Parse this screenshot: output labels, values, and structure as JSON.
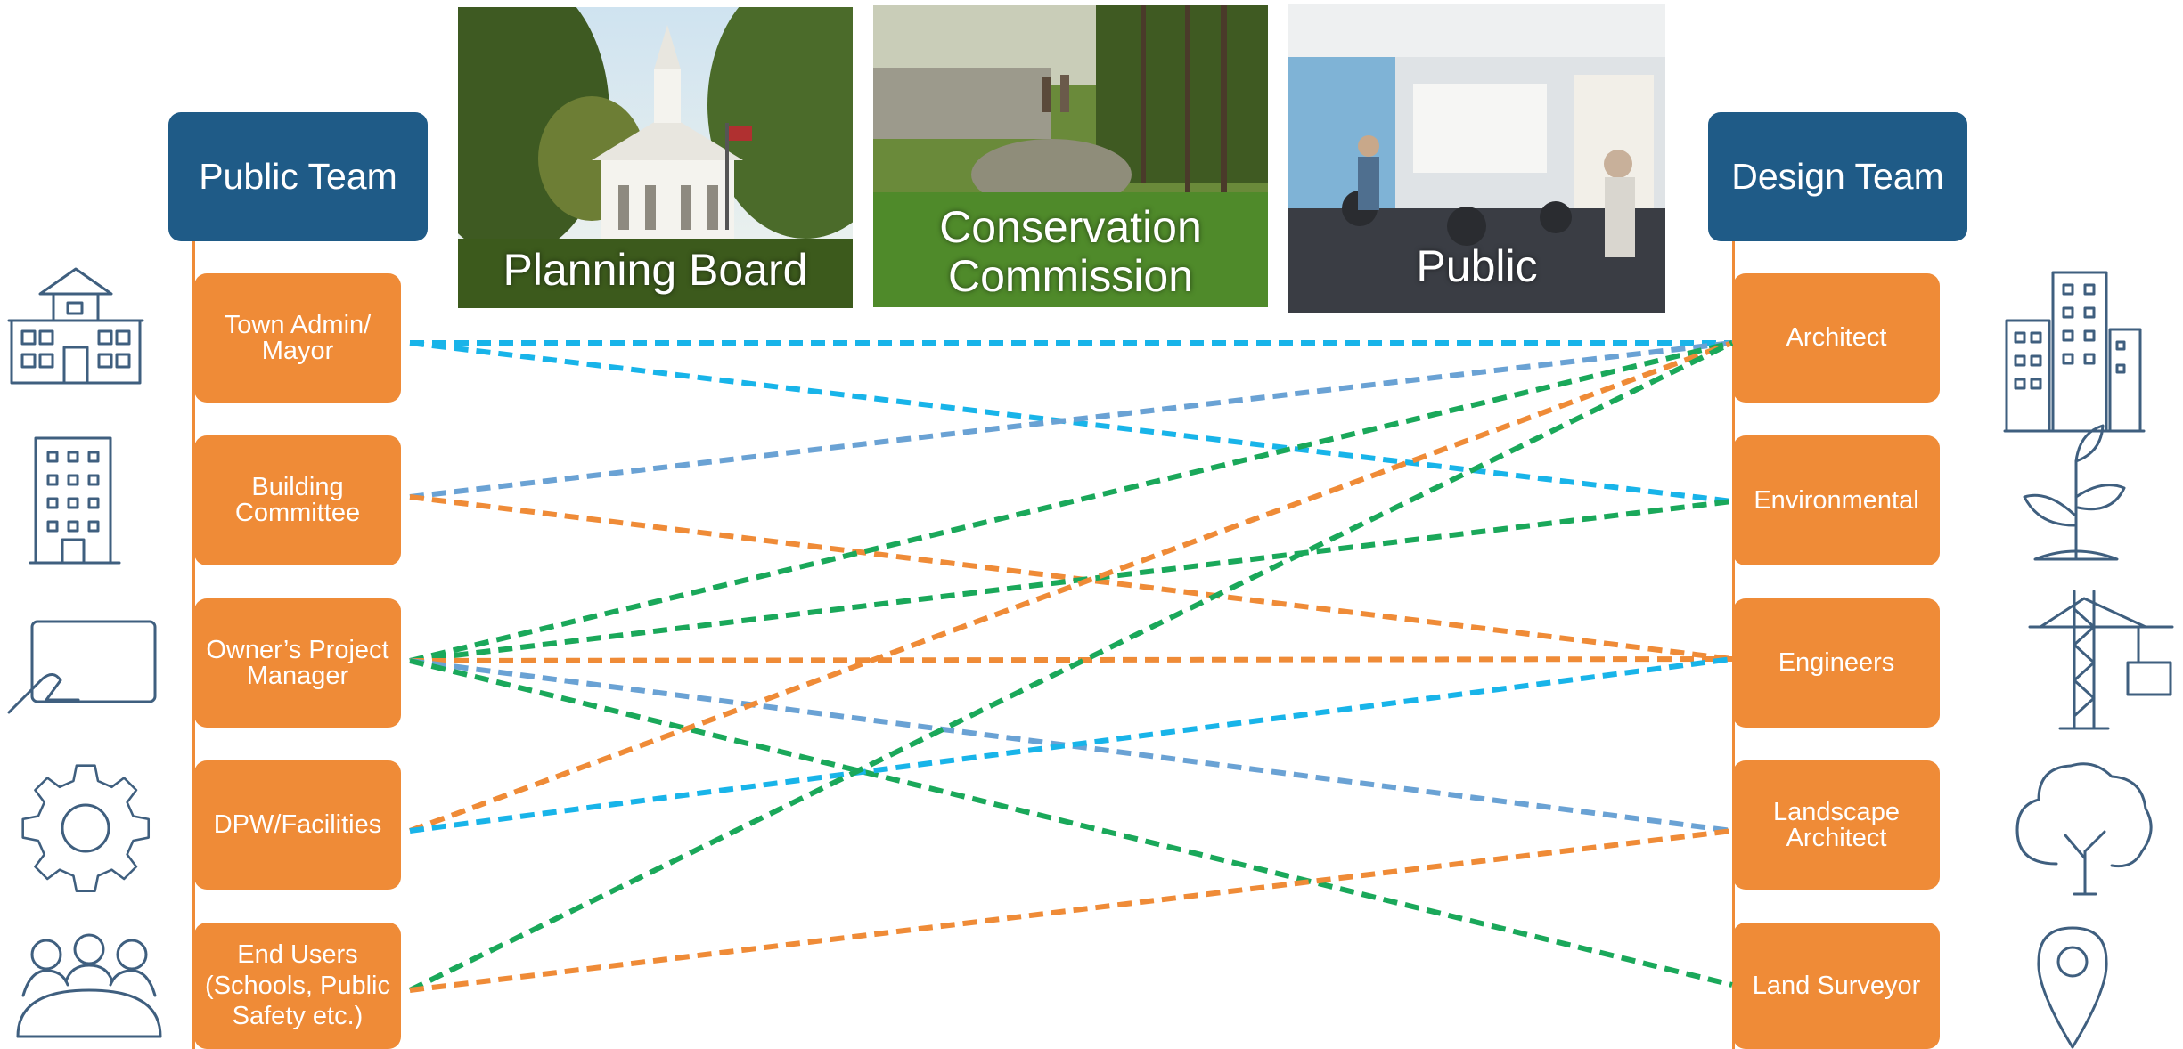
{
  "public_team": {
    "header": "Public Team",
    "items": [
      {
        "id": "town-admin",
        "label": "Town Admin/\nMayor"
      },
      {
        "id": "building-committee",
        "label": "Building\nCommittee"
      },
      {
        "id": "owners-pm",
        "label": "Owner’s Project\nManager"
      },
      {
        "id": "dpw",
        "label": "DPW/Facilities"
      },
      {
        "id": "end-users",
        "label": "End Users\n(Schools, Public\nSafety etc.)"
      }
    ]
  },
  "design_team": {
    "header": "Design Team",
    "items": [
      {
        "id": "architect",
        "label": "Architect"
      },
      {
        "id": "environmental",
        "label": "Environmental"
      },
      {
        "id": "engineers",
        "label": "Engineers"
      },
      {
        "id": "landscape-architect",
        "label": "Landscape\nArchitect"
      },
      {
        "id": "land-surveyor",
        "label": "Land Surveyor"
      }
    ]
  },
  "photos": [
    {
      "id": "planning-board",
      "label": "Planning Board"
    },
    {
      "id": "conservation-commission",
      "label": "Conservation\nCommission"
    },
    {
      "id": "public",
      "label": "Public"
    }
  ],
  "colors": {
    "header": "#1f5b87",
    "box": "#ef8b37",
    "cyan": "#18b4e9",
    "steel": "#6aa2d4",
    "green": "#1aa85a",
    "orange": "#ef8b37",
    "icon": "#3f5f7f"
  },
  "connections": [
    {
      "from": "town-admin",
      "to": "architect",
      "color": "cyan"
    },
    {
      "from": "town-admin",
      "to": "environmental",
      "color": "cyan"
    },
    {
      "from": "building-committee",
      "to": "architect",
      "color": "steel"
    },
    {
      "from": "building-committee",
      "to": "engineers",
      "color": "orange"
    },
    {
      "from": "owners-pm",
      "to": "architect",
      "color": "green"
    },
    {
      "from": "owners-pm",
      "to": "environmental",
      "color": "green"
    },
    {
      "from": "owners-pm",
      "to": "engineers",
      "color": "orange"
    },
    {
      "from": "owners-pm",
      "to": "landscape-architect",
      "color": "steel"
    },
    {
      "from": "owners-pm",
      "to": "land-surveyor",
      "color": "green"
    },
    {
      "from": "dpw",
      "to": "architect",
      "color": "orange"
    },
    {
      "from": "dpw",
      "to": "engineers",
      "color": "cyan"
    },
    {
      "from": "end-users",
      "to": "architect",
      "color": "green"
    },
    {
      "from": "end-users",
      "to": "landscape-architect",
      "color": "orange"
    }
  ],
  "icons": {
    "left": [
      "school-icon",
      "office-building-icon",
      "presentation-icon",
      "gear-icon",
      "meeting-group-icon"
    ],
    "right": [
      "city-buildings-icon",
      "plant-sprout-icon",
      "construction-crane-icon",
      "tree-icon",
      "location-pin-icon"
    ]
  }
}
